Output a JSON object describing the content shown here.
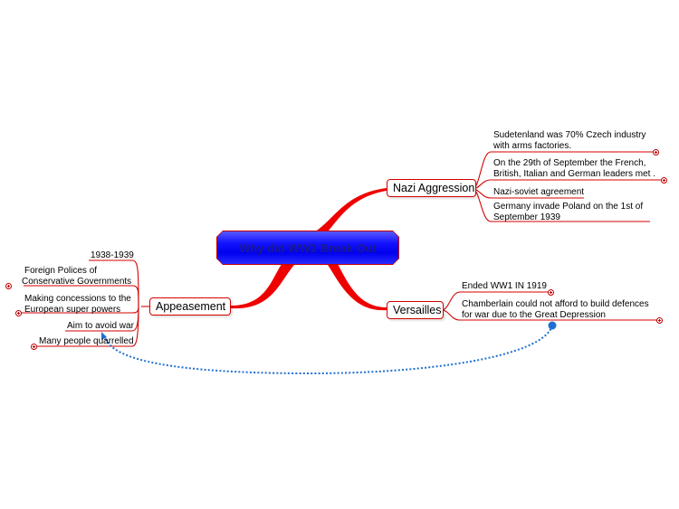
{
  "central": {
    "label": "Why did WW2 Break Out"
  },
  "topics": {
    "nazi": {
      "label": "Nazi Aggression",
      "items": [
        {
          "lines": [
            "Sudetenland was 70% Czech industry",
            "with arms factories."
          ]
        },
        {
          "lines": [
            "On the 29th of September the French,",
            "British, Italian and German leaders met ."
          ]
        },
        {
          "lines": [
            "Nazi-soviet agreement"
          ]
        },
        {
          "lines": [
            "Germany invade Poland on the 1st of",
            "September 1939"
          ]
        }
      ]
    },
    "versailles": {
      "label": "Versailles",
      "items": [
        {
          "lines": [
            "Ended WW1 IN 1919"
          ]
        },
        {
          "lines": [
            "Chamberlain could not afford to build defences",
            "for war due to the Great Depression"
          ]
        }
      ]
    },
    "appeasement": {
      "label": "Appeasement",
      "items": [
        {
          "lines": [
            "1938-1939"
          ]
        },
        {
          "lines": [
            "Foreign Polices of",
            "Conservative Governments"
          ]
        },
        {
          "lines": [
            "Making concessions to the",
            "European super powers"
          ]
        },
        {
          "lines": [
            "Aim to avoid war"
          ]
        },
        {
          "lines": [
            "Many people quarrelled"
          ]
        }
      ]
    }
  },
  "colors": {
    "branch": "#e00000",
    "central_fill": "#0000ee",
    "relationship": "#1f6fd0"
  }
}
